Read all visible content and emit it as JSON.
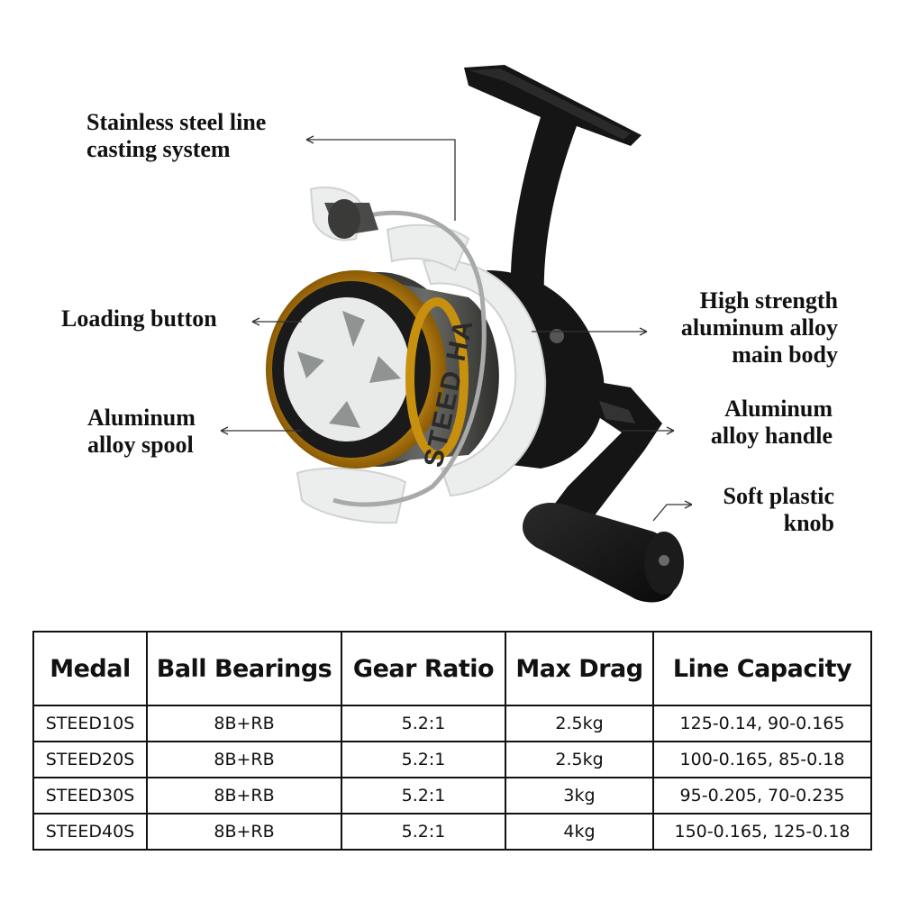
{
  "callouts": {
    "casting_system": "Stainless steel line\ncasting system",
    "loading_button": "Loading button",
    "spool": "Aluminum\nalloy spool",
    "main_body": "High strength\naluminum alloy\nmain body",
    "handle": "Aluminum\nalloy handle",
    "knob": "Soft plastic\nknob"
  },
  "reel": {
    "rotor_text": "STEED HA",
    "colors": {
      "black": "#151515",
      "white": "#eceeed",
      "gold": "#c8900f",
      "gunmetal": "#4a4a48"
    }
  },
  "table": {
    "headers": [
      "Medal",
      "Ball Bearings",
      "Gear Ratio",
      "Max Drag",
      "Line Capacity"
    ],
    "rows": [
      [
        "STEED10S",
        "8B+RB",
        "5.2:1",
        "2.5kg",
        "125-0.14,  90-0.165"
      ],
      [
        "STEED20S",
        "8B+RB",
        "5.2:1",
        "2.5kg",
        "100-0.165,  85-0.18"
      ],
      [
        "STEED30S",
        "8B+RB",
        "5.2:1",
        "3kg",
        "95-0.205,  70-0.235"
      ],
      [
        "STEED40S",
        "8B+RB",
        "5.2:1",
        "4kg",
        "150-0.165,  125-0.18"
      ]
    ]
  }
}
